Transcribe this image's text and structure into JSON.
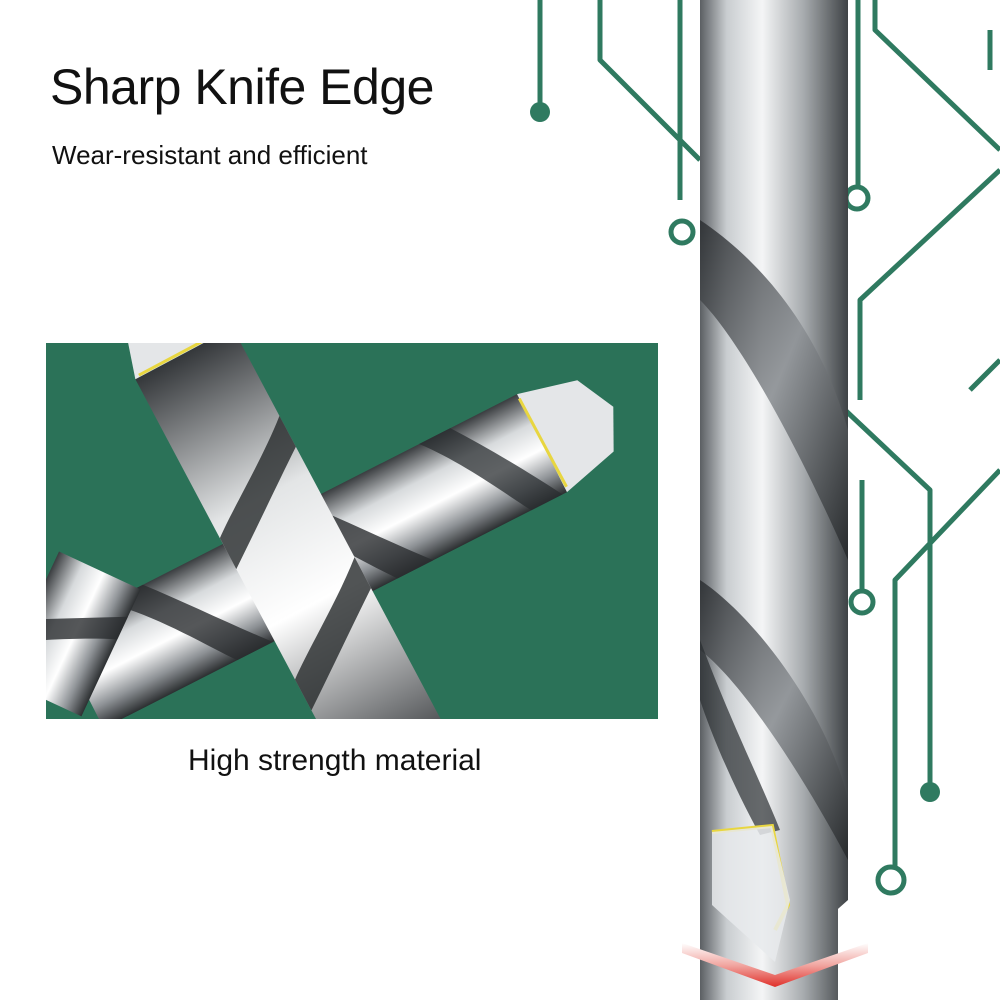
{
  "heading": {
    "title": "Sharp Knife Edge",
    "subtitle": "Wear-resistant and efficient"
  },
  "inset": {
    "caption": "High strength material"
  },
  "colors": {
    "circuit_green": "#2f7a60",
    "panel_green": "#2b7258",
    "edge_yellow": "#e8d640",
    "arrow_red": "#e0302a"
  },
  "icons": [
    "circuit-trace-graphic",
    "drill-bit-illustration",
    "crossed-drill-bits-photo",
    "down-arrow-icon"
  ]
}
